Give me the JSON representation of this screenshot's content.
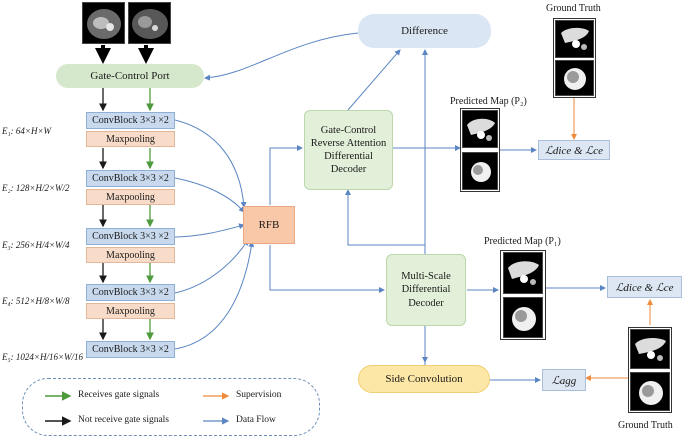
{
  "nodes": {
    "gate_port": "Gate-Control  Port",
    "difference": "Difference",
    "conv_block": "ConvBlock 3×3  ×2",
    "maxpool": "Maxpooling",
    "rfb": "RFB",
    "gc_decoder": "Gate-Control Reverse Attention Differential Decoder",
    "ms_decoder": "Multi-Scale Differential Decoder",
    "side_conv": "Side Convolution"
  },
  "labels": {
    "gt_top": "Ground Truth",
    "gt_bottom": "Ground Truth",
    "pred_p2": "Predicted Map (P₂)",
    "pred_p1": "Predicted Map (P₁)",
    "loss_top": "ℒdice & ℒce",
    "loss_mid": "ℒdice & ℒce",
    "loss_agg": "ℒagg"
  },
  "encoder_dims": [
    "E₁: 64×H×W",
    "E₂: 128×H/2×W/2",
    "E₃: 256×H/4×W/4",
    "E₄: 512×H/8×W/8",
    "E₅: 1024×H/16×W/16"
  ],
  "legend": {
    "receives": "Receives gate signals",
    "not_receive": "Not receive gate signals",
    "supervision": "Supervision",
    "data_flow": "Data Flow"
  },
  "colors": {
    "green_arrow": "#4f9a3c",
    "black_arrow": "#1a1a1a",
    "orange_arrow": "#ee8a3c",
    "blue_arrow": "#5b86c4"
  }
}
